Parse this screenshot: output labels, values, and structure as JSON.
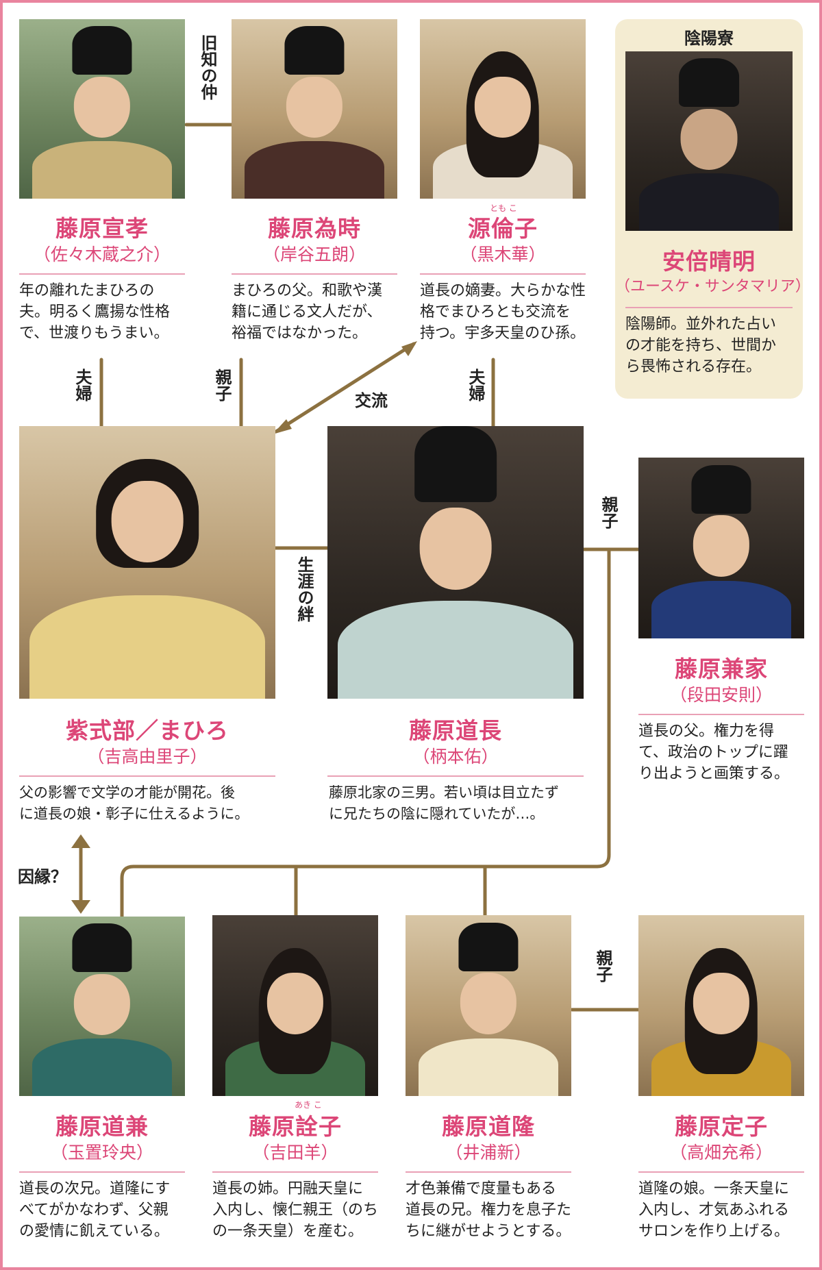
{
  "relations": {
    "kyuchi": "旧知の仲",
    "fufu_left": "夫婦",
    "oyako_tametoki": "親子",
    "koryu": "交流",
    "fufu_right": "夫婦",
    "shogai": "生涯の絆",
    "oyako_kaneie": "親子",
    "innen": "因縁？",
    "oyako_teishi": "親子"
  },
  "onmyoryo": {
    "title": "陰陽寮",
    "name": "安倍晴明",
    "actor": "（ユースケ・サンタマリア）",
    "desc": [
      "陰陽師。並外れた占い",
      "の才能を持ち、世間か",
      "ら畏怖される存在。"
    ]
  },
  "nobutaka": {
    "name": "藤原宣孝",
    "actor": "（佐々木蔵之介）",
    "desc": [
      "年の離れたまひろの",
      "夫。明るく鷹揚な性格",
      "で、世渡りもうまい。"
    ]
  },
  "tametoki": {
    "name": "藤原為時",
    "actor": "（岸谷五朗）",
    "desc": [
      "まひろの父。和歌や漢",
      "籍に通じる文人だが、",
      "裕福ではなかった。"
    ]
  },
  "tomoko": {
    "name": "源倫子",
    "ruby": "とも こ",
    "actor": "（黒木華）",
    "desc": [
      "道長の嫡妻。大らかな性",
      "格でまひろとも交流を",
      "持つ。宇多天皇のひ孫。"
    ]
  },
  "mahiro": {
    "name": "紫式部／まひろ",
    "actor": "（吉高由里子）",
    "desc": [
      "父の影響で文学の才能が開花。後",
      "に道長の娘・彰子に仕えるように。"
    ]
  },
  "michinaga": {
    "name": "藤原道長",
    "actor": "（柄本佑）",
    "desc": [
      "藤原北家の三男。若い頃は目立たず",
      "に兄たちの陰に隠れていたが…。"
    ]
  },
  "kaneie": {
    "name": "藤原兼家",
    "actor": "（段田安則）",
    "desc": [
      "道長の父。権力を得",
      "て、政治のトップに躍",
      "り出ようと画策する。"
    ]
  },
  "michikane": {
    "name": "藤原道兼",
    "actor": "（玉置玲央）",
    "desc": [
      "道長の次兄。道隆にす",
      "べてがかなわず、父親",
      "の愛情に飢えている。"
    ]
  },
  "akiko": {
    "name": "藤原詮子",
    "ruby": "あき こ",
    "actor": "（吉田羊）",
    "desc": [
      "道長の姉。円融天皇に",
      "入内し、懐仁親王（のち",
      "の一条天皇）を産む。"
    ]
  },
  "michitaka": {
    "name": "藤原道隆",
    "actor": "（井浦新）",
    "desc": [
      "才色兼備で度量もある",
      "道長の兄。権力を息子た",
      "ちに継がせようとする。"
    ]
  },
  "teishi": {
    "name": "藤原定子",
    "actor": "（高畑充希）",
    "desc": [
      "道隆の娘。一条天皇に",
      "入内し、才気あふれる",
      "サロンを作り上げる。"
    ]
  },
  "colors": {
    "name_pink": "#dc4677",
    "line_brown": "#8c7140",
    "frame_pink": "#e9849e",
    "box_beige": "#f4ecd2"
  }
}
